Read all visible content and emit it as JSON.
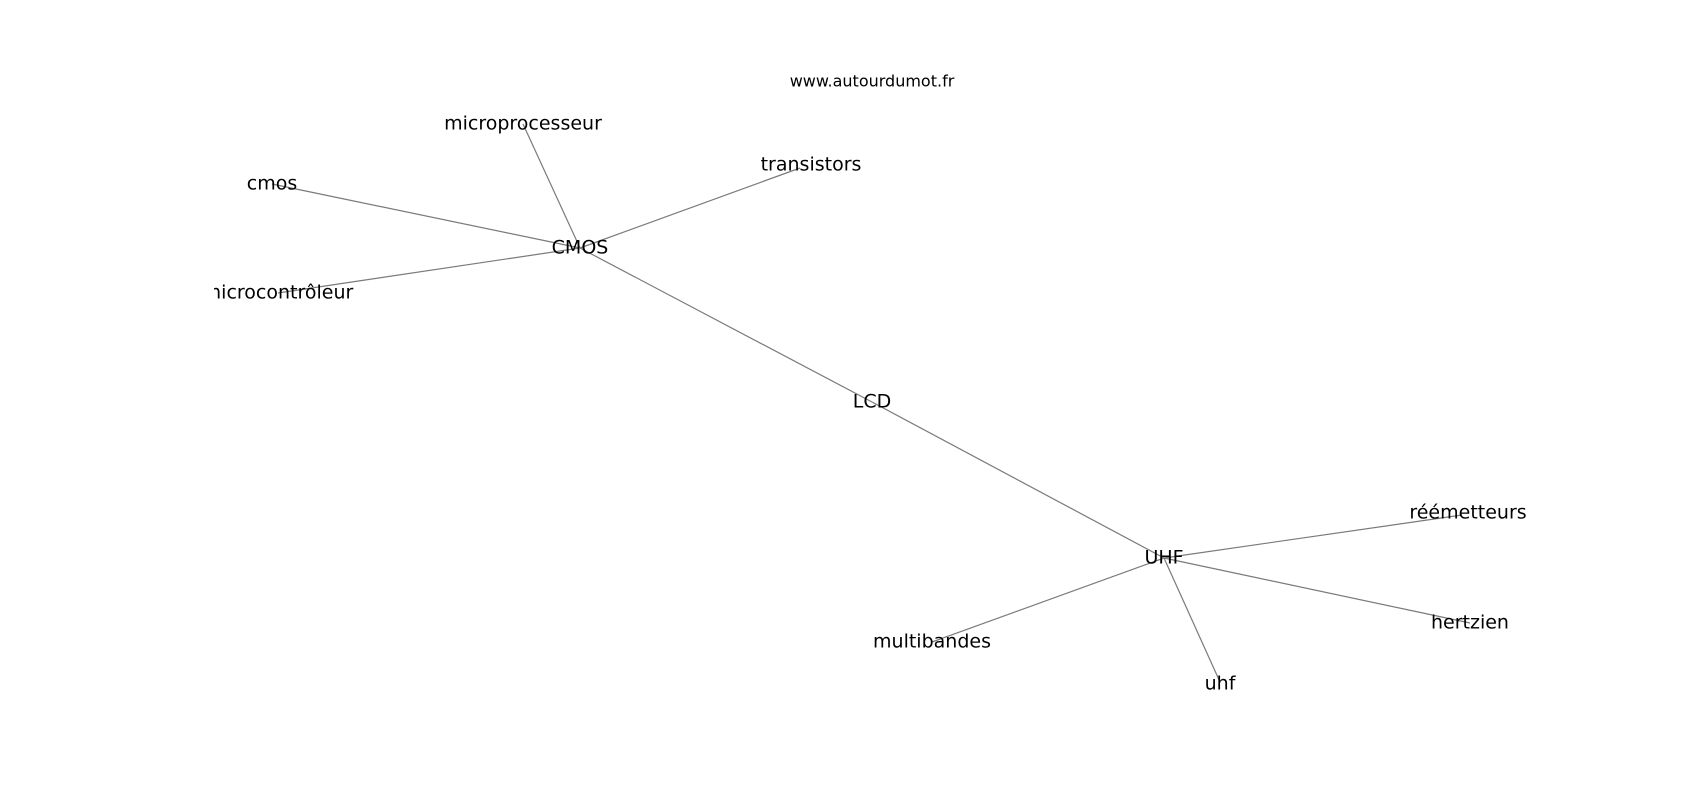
{
  "watermark": "www.autourdumot.fr",
  "nodes": [
    {
      "id": "LCD",
      "label": "LCD"
    },
    {
      "id": "CMOS",
      "label": "CMOS"
    },
    {
      "id": "UHF",
      "label": "UHF"
    },
    {
      "id": "microprocesseur",
      "label": "microprocesseur"
    },
    {
      "id": "transistors",
      "label": "transistors"
    },
    {
      "id": "cmos",
      "label": "cmos"
    },
    {
      "id": "microcontroleur",
      "label": "microcontrôleur"
    },
    {
      "id": "reemetteurs",
      "label": "réémetteurs"
    },
    {
      "id": "hertzien",
      "label": "hertzien"
    },
    {
      "id": "multibandes",
      "label": "multibandes"
    },
    {
      "id": "uhf",
      "label": "uhf"
    }
  ],
  "edges": [
    [
      "LCD",
      "CMOS"
    ],
    [
      "LCD",
      "UHF"
    ],
    [
      "CMOS",
      "microprocesseur"
    ],
    [
      "CMOS",
      "transistors"
    ],
    [
      "CMOS",
      "cmos"
    ],
    [
      "CMOS",
      "microcontroleur"
    ],
    [
      "UHF",
      "reemetteurs"
    ],
    [
      "UHF",
      "hertzien"
    ],
    [
      "UHF",
      "multibandes"
    ],
    [
      "UHF",
      "uhf"
    ]
  ]
}
